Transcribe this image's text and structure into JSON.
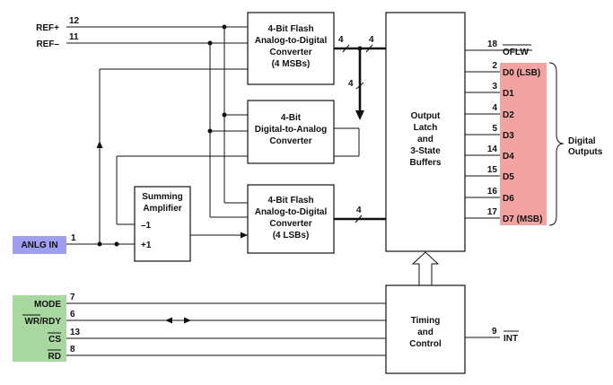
{
  "blocks": {
    "flash_msb": [
      "4-Bit Flash",
      "Analog-to-Digital",
      "Converter",
      "(4 MSBs)"
    ],
    "dac": [
      "4-Bit",
      "Digital-to-Analog",
      "Converter"
    ],
    "summing": [
      "Summing",
      "Amplifier"
    ],
    "flash_lsb": [
      "4-Bit Flash",
      "Analog-to-Digital",
      "Converter",
      "(4 LSBs)"
    ],
    "output_latch": [
      "Output",
      "Latch",
      "and",
      "3-State",
      "Buffers"
    ],
    "timing": [
      "Timing",
      "and",
      "Control"
    ]
  },
  "amp_inputs": {
    "minus": "–1",
    "plus": "+1"
  },
  "bus_widths": {
    "msb_out_a": "4",
    "msb_out_b": "4",
    "msb_to_dac": "4",
    "lsb_out": "4"
  },
  "input_pins": [
    {
      "name": "REF+",
      "pin": "12"
    },
    {
      "name": "REF–",
      "pin": "11"
    },
    {
      "name": "ANLG IN",
      "pin": "1"
    }
  ],
  "control_pins": [
    {
      "name": "MODE",
      "pin": "7"
    },
    {
      "name": "WR/RDY",
      "pin": "6"
    },
    {
      "name": "CS",
      "pin": "13"
    },
    {
      "name": "RD",
      "pin": "8"
    }
  ],
  "overflow": {
    "name": "OFLW",
    "pin": "18"
  },
  "interrupt": {
    "name": "INT",
    "pin": "9"
  },
  "data_outputs": [
    {
      "name": "D0 (LSB)",
      "pin": "2"
    },
    {
      "name": "D1",
      "pin": "3"
    },
    {
      "name": "D2",
      "pin": "4"
    },
    {
      "name": "D3",
      "pin": "5"
    },
    {
      "name": "D4",
      "pin": "14"
    },
    {
      "name": "D5",
      "pin": "15"
    },
    {
      "name": "D6",
      "pin": "16"
    },
    {
      "name": "D7 (MSB)",
      "pin": "17"
    }
  ],
  "digital_outputs_label": [
    "Digital",
    "Outputs"
  ],
  "colors": {
    "analog_input_highlight": "#9f9ff0",
    "control_highlight": "#a8d8a0",
    "data_output_highlight": "#f4a3a3"
  }
}
